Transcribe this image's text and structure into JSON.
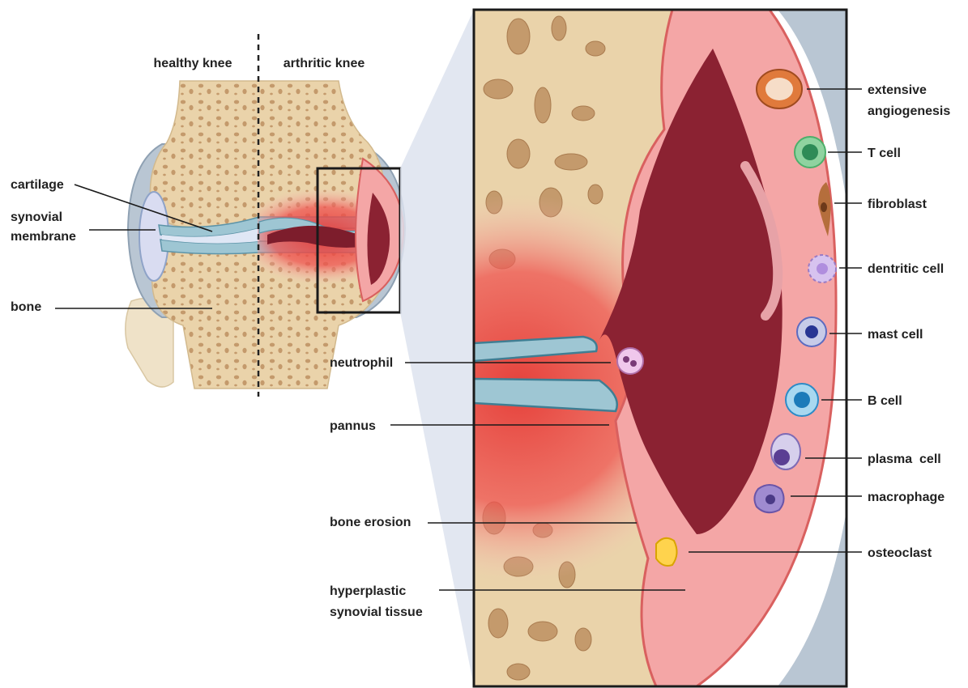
{
  "knee": {
    "healthy_title": "healthy knee",
    "arthritic_title": "arthritic knee"
  },
  "left_labels": {
    "cartilage": "cartilage",
    "synovial_line1": "synovial",
    "synovial_line2": "membrane",
    "bone": "bone"
  },
  "middle_labels": {
    "neutrophil": "neutrophil",
    "pannus": "pannus",
    "bone_erosion": "bone erosion",
    "hyperplastic_line1": "hyperplastic",
    "hyperplastic_line2": "synovial tissue"
  },
  "right_labels": {
    "angiogenesis_line1": "extensive",
    "angiogenesis_line2": "angiogenesis",
    "t_cell": "T cell",
    "fibroblast": "fibroblast",
    "dendritic_cell": "dentritic cell",
    "mast_cell": "mast cell",
    "b_cell": "B cell",
    "plasma_cell": "plasma  cell",
    "macrophage": "macrophage",
    "osteoclast": "osteoclast"
  },
  "colors": {
    "bone": "#ead3aa",
    "bone_pore": "#c49a6c",
    "cartilage": "#9ec6d3",
    "inflammation": "#e53935",
    "synovium": "#f4a6a6",
    "pannus": "#8b2232",
    "capsule": "#b9c6d3"
  }
}
